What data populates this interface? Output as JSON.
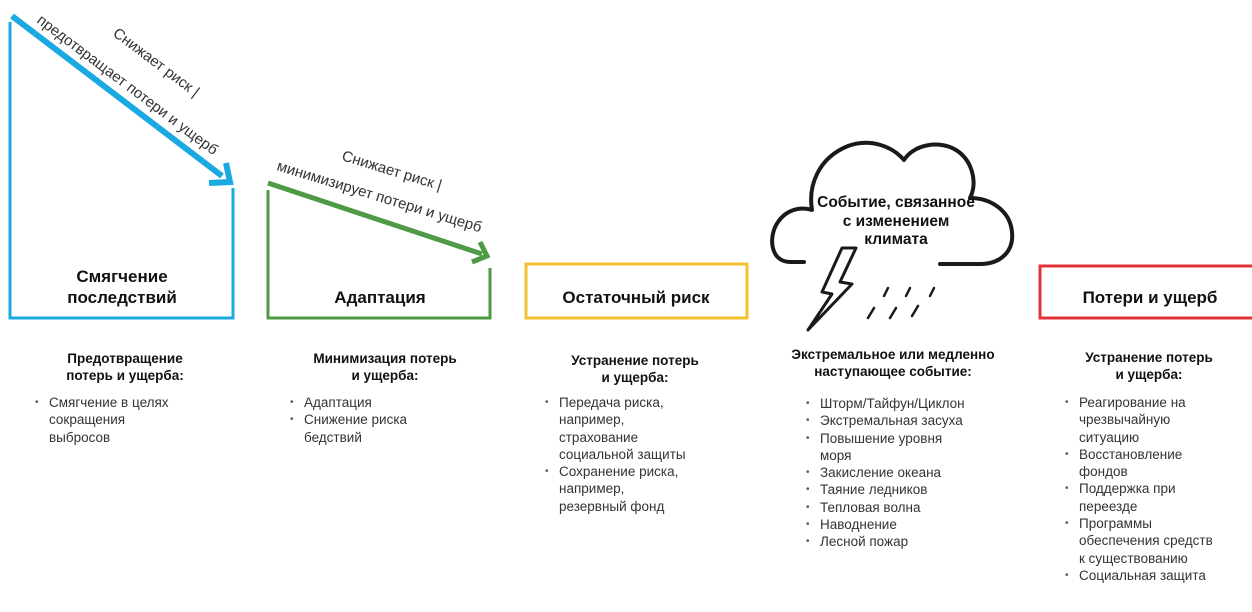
{
  "mitigation": {
    "arrow_text_line1": "Снижает риск |",
    "arrow_text_line2": "предотвращает потери и ущерб",
    "title_line1": "Смягчение",
    "title_line2": "последствий",
    "sub_line1": "Предотвращение",
    "sub_line2": "потерь и ущерба:",
    "items": [
      "Смягчение в целях",
      "сокращения",
      "выбросов"
    ]
  },
  "adaptation": {
    "arrow_text_line1": "Снижает риск |",
    "arrow_text_line2": "минимизирует потери и ущерб",
    "title": "Адаптация",
    "sub_line1": "Минимизация потерь",
    "sub_line2": "и ущерба:",
    "items": [
      "Адаптация",
      "Снижение риска",
      "бедствий"
    ]
  },
  "residual": {
    "title": "Остаточный риск",
    "sub_line1": "Устранение потерь",
    "sub_line2": "и ущерба:",
    "items": [
      "Передача риска,",
      "например,",
      "страхование",
      "социальной защиты",
      "Сохранение риска,",
      "например,",
      "резервный фонд"
    ]
  },
  "event": {
    "cloud_line1": "Событие, связанное",
    "cloud_line2": "с изменением",
    "cloud_line3": "климата",
    "sub_line1": "Экстремальное или медленно",
    "sub_line2": "наступающее событие:",
    "items": [
      "Шторм/Тайфун/Циклон",
      "Экстремальная засуха",
      "Повышение уровня",
      "моря",
      "Закисление океана",
      "Таяние ледников",
      "Тепловая волна",
      "Наводнение",
      "Лесной пожар"
    ]
  },
  "loss": {
    "title": "Потери и ущерб",
    "sub_line1": "Устранение потерь",
    "sub_line2": "и ущерба:",
    "items": [
      "Реагирование на",
      "чрезвычайную",
      "ситуацию",
      "Восстановление",
      "фондов",
      "Поддержка при",
      "переезде",
      "Программы",
      "обеспечения средств",
      "к существованию",
      "Социальная защита"
    ]
  },
  "colors": {
    "mitigation": "#1ba9e1",
    "adaptation": "#4e9a45",
    "residual": "#f2c12e",
    "loss": "#e0323a",
    "cloud": "#1a1a1a"
  }
}
